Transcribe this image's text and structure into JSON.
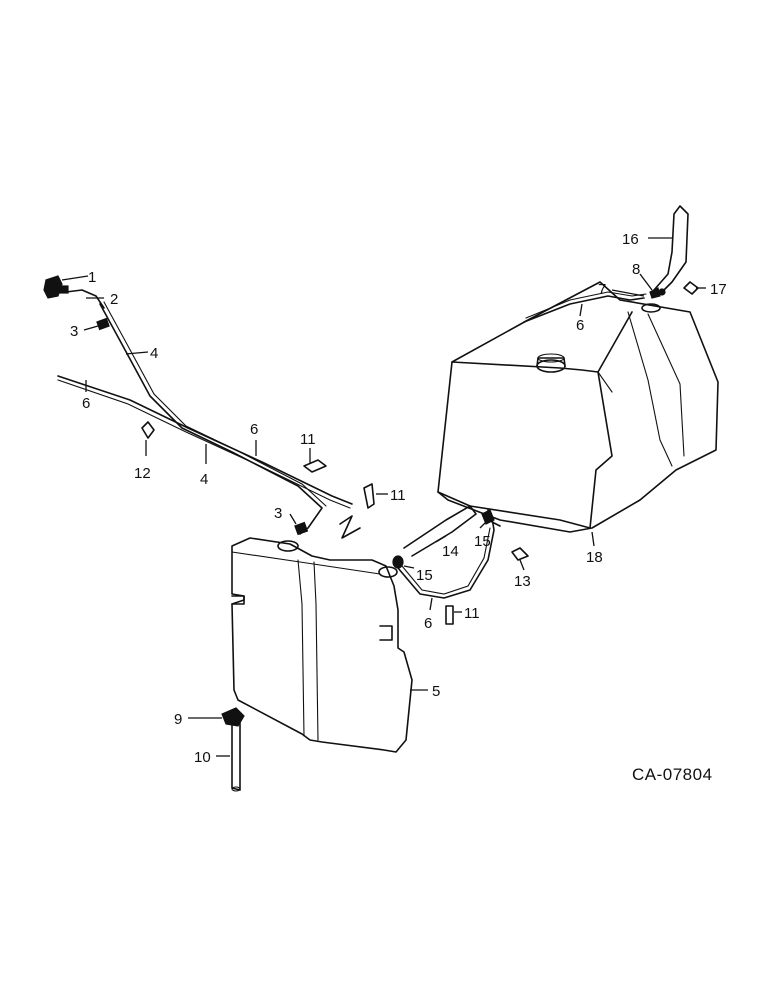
{
  "figure_id": "CA-07804",
  "callouts": [
    {
      "id": "c1",
      "label": "1"
    },
    {
      "id": "c2",
      "label": "2"
    },
    {
      "id": "c3a",
      "label": "3"
    },
    {
      "id": "c4a",
      "label": "4"
    },
    {
      "id": "c6a",
      "label": "6"
    },
    {
      "id": "c12",
      "label": "12"
    },
    {
      "id": "c6b",
      "label": "6"
    },
    {
      "id": "c4b",
      "label": "4"
    },
    {
      "id": "c11a",
      "label": "11"
    },
    {
      "id": "c11b",
      "label": "11"
    },
    {
      "id": "c3b",
      "label": "3"
    },
    {
      "id": "c16",
      "label": "16"
    },
    {
      "id": "c8",
      "label": "8"
    },
    {
      "id": "c7",
      "label": "7"
    },
    {
      "id": "c17",
      "label": "17"
    },
    {
      "id": "c6c",
      "label": "6"
    },
    {
      "id": "c14",
      "label": "14"
    },
    {
      "id": "c15a",
      "label": "15"
    },
    {
      "id": "c15b",
      "label": "15"
    },
    {
      "id": "c18",
      "label": "18"
    },
    {
      "id": "c13",
      "label": "13"
    },
    {
      "id": "c6d",
      "label": "6"
    },
    {
      "id": "c11c",
      "label": "11"
    },
    {
      "id": "c5",
      "label": "5"
    },
    {
      "id": "c9",
      "label": "9"
    },
    {
      "id": "c10",
      "label": "10"
    }
  ]
}
